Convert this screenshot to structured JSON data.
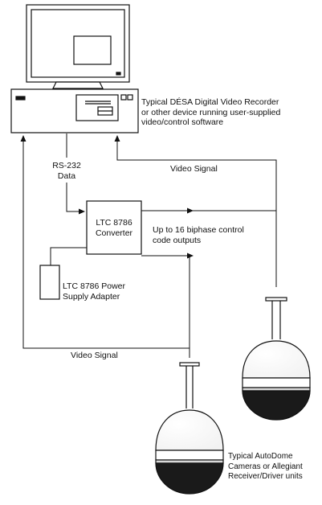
{
  "labels": {
    "dvr": [
      "Typical DÉSA Digital Video Recorder",
      "or other device running user-supplied",
      "video/control software"
    ],
    "rs232": [
      "RS-232",
      "Data"
    ],
    "video_signal_top": "Video Signal",
    "converter": [
      "LTC 8786",
      "Converter"
    ],
    "outputs": [
      "Up to 16 biphase control",
      "code outputs"
    ],
    "power": [
      "LTC 8786 Power",
      "Supply Adapter"
    ],
    "video_signal_bottom": "Video Signal",
    "cameras": [
      "Typical AutoDome",
      "Cameras or Allegiant",
      "Receiver/Driver units"
    ]
  },
  "colors": {
    "line": "#111111",
    "fill": "#ffffff",
    "dark": "#1a1a1a",
    "gray": "#d9d9d9"
  },
  "icons": [
    "computer-monitor-icon",
    "computer-case-icon",
    "converter-box-icon",
    "power-adapter-icon",
    "dome-camera-icon"
  ]
}
